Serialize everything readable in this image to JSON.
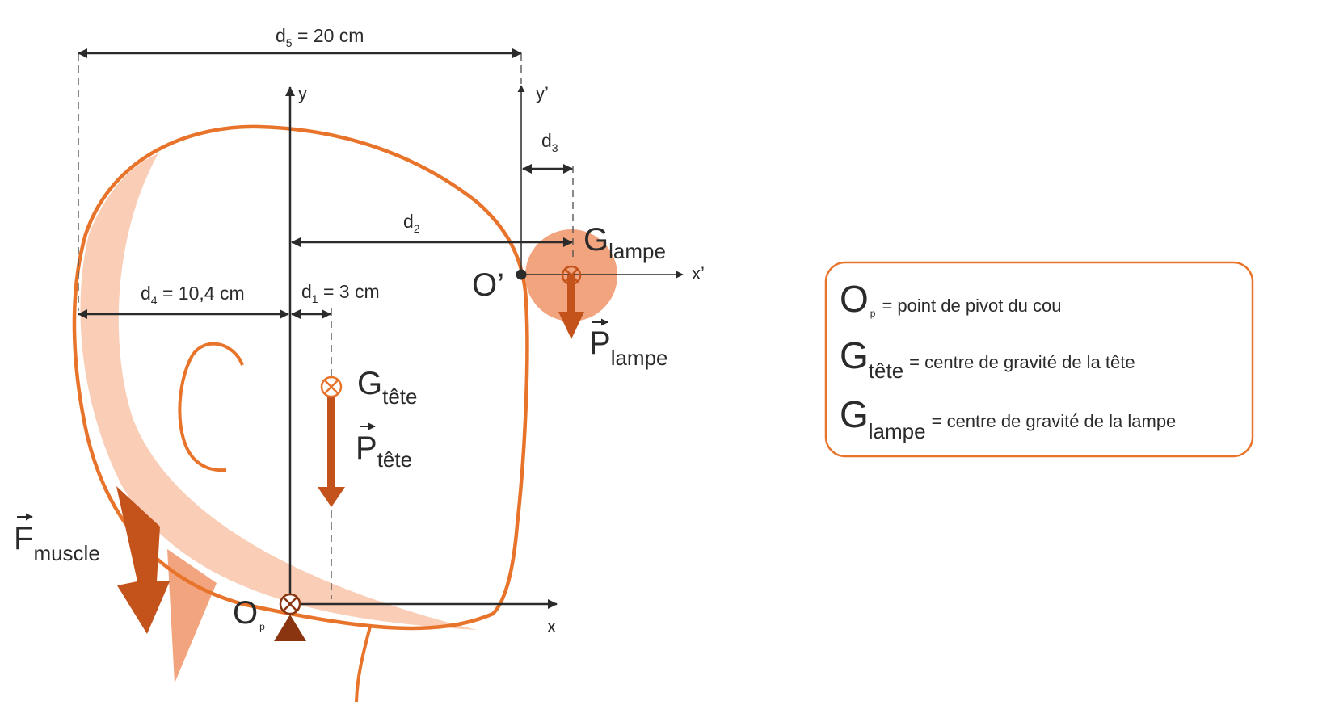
{
  "colors": {
    "outline": "#e8732a",
    "fill_light": "#f9cdb6",
    "fill_mid": "#f2a47e",
    "arrow": "#c4521b",
    "pivot": "#8a3510",
    "line": "#2b2b2b"
  },
  "axes": {
    "x": "x",
    "y": "y",
    "x_prime": "x’",
    "y_prime": "y’"
  },
  "dims": {
    "d5": {
      "sym": "d",
      "sub": "5",
      "value": " = 20 cm"
    },
    "d3": {
      "sym": "d",
      "sub": "3"
    },
    "d2": {
      "sym": "d",
      "sub": "2"
    },
    "d4": {
      "sym": "d",
      "sub": "4",
      "value": " = 10,4 cm"
    },
    "d1": {
      "sym": "d",
      "sub": "1",
      "value": " = 3 cm"
    }
  },
  "points": {
    "o_prime": "O’",
    "op_main": "O",
    "op_sub": "p",
    "g_lampe_main": "G",
    "g_lampe_sub": "lampe",
    "g_tete_main": "G",
    "g_tete_sub": "tête"
  },
  "forces": {
    "p_lampe_main": "P",
    "p_lampe_sub": "lampe",
    "p_tete_main": "P",
    "p_tete_sub": "tête",
    "f_muscle_main": "F",
    "f_muscle_sub": "muscle"
  },
  "legend": [
    {
      "main": "O",
      "sub": "p",
      "text": "= point de pivot du cou"
    },
    {
      "main": "G",
      "sub": "tête",
      "text": "= centre de gravité de la tête"
    },
    {
      "main": "G",
      "sub": "lampe",
      "text": "= centre de gravité de la lampe"
    }
  ]
}
